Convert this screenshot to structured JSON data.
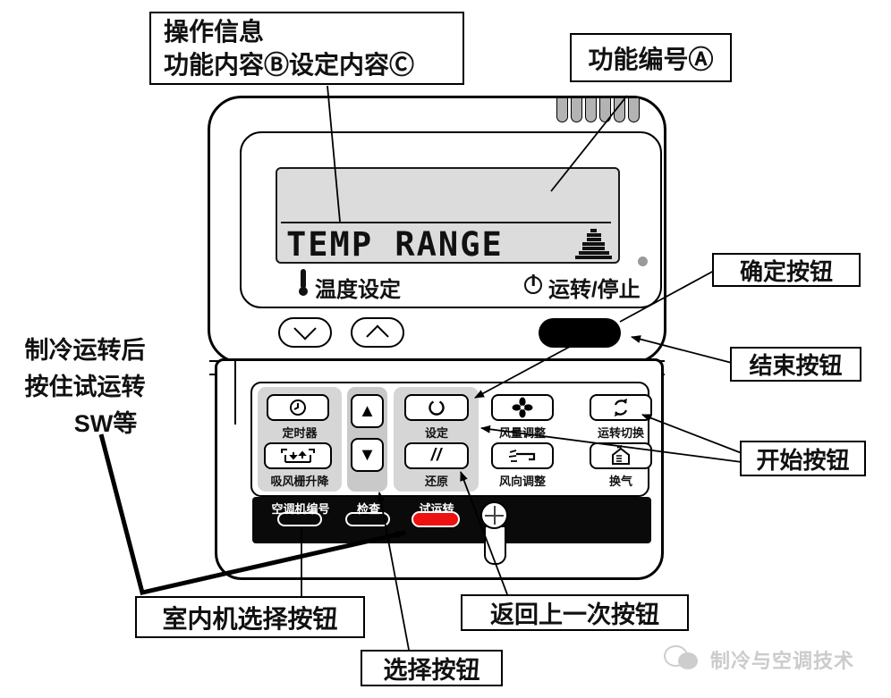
{
  "callouts": {
    "operation_info_line1": "操作信息",
    "operation_info_line2": "功能内容Ⓑ设定内容Ⓒ",
    "function_number": "功能编号Ⓐ",
    "confirm_button": "确定按钮",
    "end_button": "结束按钮",
    "start_button": "开始按钮",
    "indoor_unit_select_button": "室内机选择按钮",
    "return_previous_button": "返回上一次按钮",
    "select_button": "选择按钮",
    "note_line1": "制冷运转后",
    "note_line2": "按住试运转",
    "note_line3": "SW等"
  },
  "display": {
    "lcd_text": "TEMP RANGE",
    "temp_setting_label": "温度设定",
    "run_stop_label": "运转/停止"
  },
  "panel": {
    "timer_label": "定时器",
    "grille_label": "吸风栅升降",
    "set_label": "设定",
    "reset_label": "还原",
    "fan_speed_label": "风量调整",
    "mode_switch_label": "运转切换",
    "air_direction_label": "风向调整",
    "ventilation_label": "换气"
  },
  "bottom_bar": {
    "ac_number_label": "空调机编号",
    "check_label": "检查",
    "test_run_label": "试运转"
  },
  "icons": {
    "up_arrow": "▲",
    "down_arrow": "▼",
    "reset_slashes": "//",
    "grille_arrows": "↓↑"
  },
  "watermark": "制冷与空调技术",
  "colors": {
    "test_run_red": "#ee1111",
    "lcd_gray": "#dcdcdc",
    "bar_black": "#0a0a0a"
  }
}
